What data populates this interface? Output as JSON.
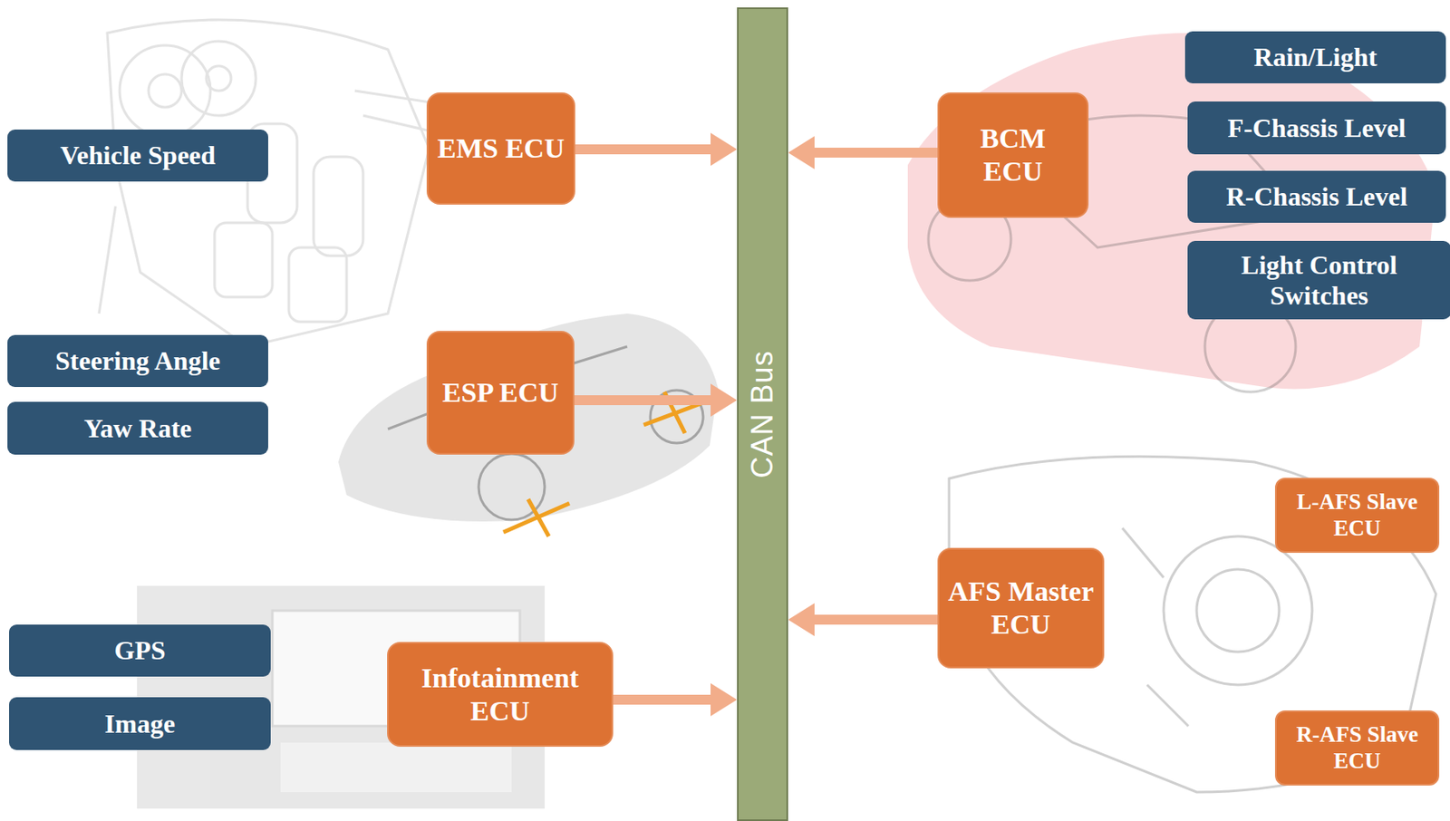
{
  "diagram": {
    "nodes": [
      {
        "text": [
          "Vehicle Speed"
        ]
      },
      {
        "text": [
          "EMS ECU"
        ]
      },
      {
        "text": [
          "CAN Bus"
        ]
      },
      {
        "text": [
          "BCM ECU"
        ]
      },
      {
        "text": [
          "Rain/Light"
        ]
      },
      {
        "text": [
          "F-Chassis Level"
        ]
      },
      {
        "text": [
          "R-Chassis Level"
        ]
      },
      {
        "text": [
          "Light Control Switches"
        ]
      },
      {
        "text": [
          "Steering Angle"
        ]
      },
      {
        "text": [
          "Yaw Rate"
        ]
      },
      {
        "text": [
          "ESP ECU"
        ]
      },
      {
        "text": [
          "L-AFS Slave ECU"
        ]
      },
      {
        "text": [
          "AFS Master ECU"
        ]
      },
      {
        "text": [
          "GPS"
        ]
      },
      {
        "text": [
          "Image"
        ]
      },
      {
        "text": [
          "Infotainment ECU"
        ]
      },
      {
        "text": [
          "R-AFS Slave ECU"
        ]
      }
    ],
    "edges": [
      {
        "from": 1,
        "to": 2,
        "arrow": "to"
      },
      {
        "from": 3,
        "to": 2,
        "arrow": "to"
      },
      {
        "from": 10,
        "to": 2,
        "arrow": "to"
      },
      {
        "from": 12,
        "to": 2,
        "arrow": "to"
      },
      {
        "from": 15,
        "to": 2,
        "arrow": "to"
      }
    ]
  }
}
